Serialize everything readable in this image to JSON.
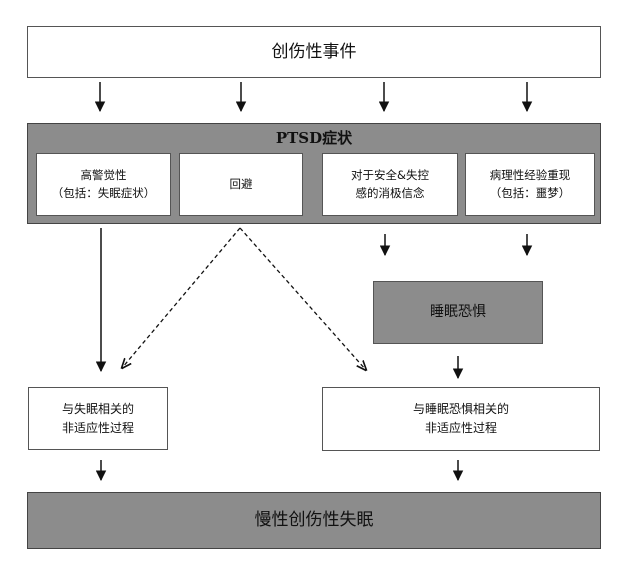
{
  "top_event": "创伤性事件",
  "ptsd": {
    "title": "PTSD症状",
    "symptoms": [
      "高警觉性\n（包括：失眠症状）",
      "回避",
      "对于安全&失控\n感的消极信念",
      "病理性经验重现\n（包括：噩梦）"
    ]
  },
  "sleep_fear": "睡眠恐惧",
  "process_left": "与失眠相关的\n非适应性过程",
  "process_right": "与睡眠恐惧相关的\n非适应性过程",
  "outcome": "慢性创伤性失眠",
  "colors": {
    "gray_box": "#8c8c8c",
    "border": "#555555",
    "arrow": "#111111"
  }
}
